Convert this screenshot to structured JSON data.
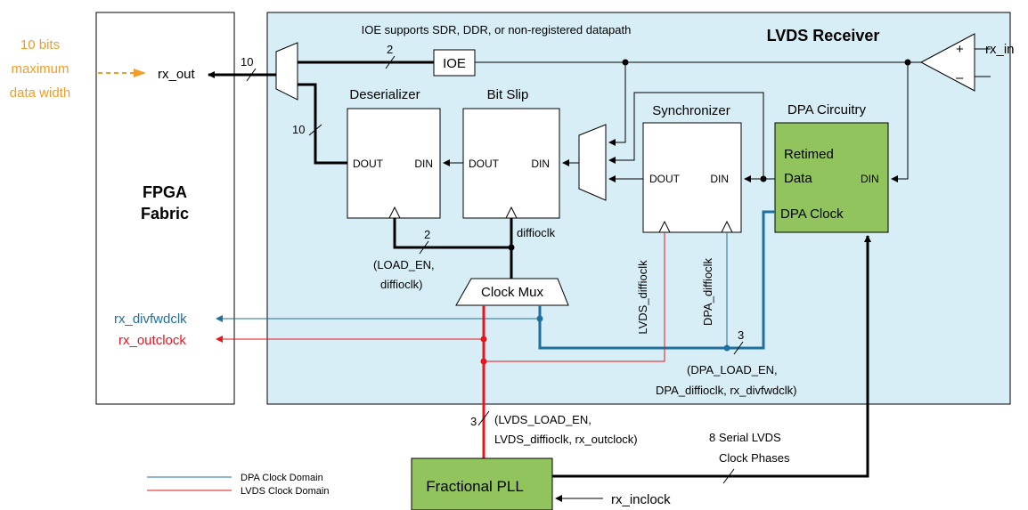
{
  "colors": {
    "receiver_fill": "#d8eef6",
    "block_green": "#92c45e",
    "dpa_blue": "#1f6f9f",
    "lvds_red": "#e8141e",
    "orange_text": "#f39c2a",
    "fabric_fill": "#ffffff"
  },
  "fabric": {
    "line1": "FPGA",
    "line2": "Fabric"
  },
  "receiver": {
    "title": "LVDS Receiver",
    "ioe_note": "IOE supports SDR, DDR, or non-registered datapath"
  },
  "blocks": {
    "ioe": "IOE",
    "deserializer": {
      "title": "Deserializer",
      "dout": "DOUT",
      "din": "DIN"
    },
    "bitslip": {
      "title": "Bit Slip",
      "dout": "DOUT",
      "din": "DIN"
    },
    "synchronizer": {
      "title": "Synchronizer",
      "dout": "DOUT",
      "din": "DIN"
    },
    "dpa": {
      "title": "DPA Circuitry",
      "retimed1": "Retimed",
      "retimed2": "Data",
      "din": "DIN",
      "clock": "DPA Clock"
    },
    "clock_mux": "Clock Mux",
    "pll": "Fractional PLL"
  },
  "signals": {
    "rx_out": "rx_out",
    "rx_in": "rx_in",
    "rx_inclock": "rx_inclock",
    "rx_divfwdclk": "rx_divfwdclk",
    "rx_outclock": "rx_outclock",
    "diffioclk": "diffioclk",
    "lvds_diffioclk": "LVDS_diffioclk",
    "dpa_diffioclk": "DPA_diffioclk",
    "plus": "+",
    "minus": "–"
  },
  "bus_widths": {
    "rx_out_bus": "10",
    "ioe_bus": "2",
    "deser_bus": "10",
    "load_bus": "2",
    "dpa_bus": "3",
    "pll_bus": "3"
  },
  "annotations": {
    "max_width_1": "10 bits",
    "max_width_2": "maximum",
    "max_width_3": "data width",
    "load_en_1": "(LOAD_EN,",
    "load_en_2": "diffioclk)",
    "dpa_load_1": "(DPA_LOAD_EN,",
    "dpa_load_2": "DPA_diffioclk, rx_divfwdclk)",
    "lvds_load_1": "(LVDS_LOAD_EN,",
    "lvds_load_2": "LVDS_diffioclk, rx_outclock)",
    "serial_1": "8 Serial LVDS",
    "serial_2": "Clock Phases"
  },
  "legend": [
    {
      "label": "DPA Clock Domain",
      "color": "#1f6f9f"
    },
    {
      "label": "LVDS Clock Domain",
      "color": "#e8141e"
    }
  ]
}
